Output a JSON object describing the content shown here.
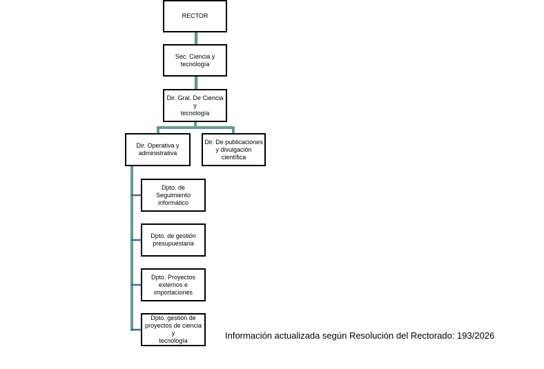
{
  "colors": {
    "connector_outer": "#2e6fa6",
    "connector_inner": "#8bc34a",
    "box_border": "#000000"
  },
  "nodes": {
    "rector": "RECTOR",
    "sec": "Sec. Ciencia y\ntecnología",
    "dir_gral": "Dir. Gral. De Ciencia y\ntecnología",
    "dir_operativa": "Dir. Operativa y\nadministrativa",
    "dir_publicaciones": "Dir. De publicaciones\ny divulgación\ncientífica",
    "dpto_seguimiento": "Dpto. de Seguimiento\ninformático",
    "dpto_gestion": "Dpto. de gestión\npresupuestaria",
    "dpto_proyectos": "Dpto. Proyectos\nexternos e\nimportaciones",
    "dpto_gestion_proyectos": "Dpto. gestión de\nproyectos de ciencia y\ntecnología"
  },
  "footnote": "Información actualizada según Resolución del Rectorado: 193/2026"
}
